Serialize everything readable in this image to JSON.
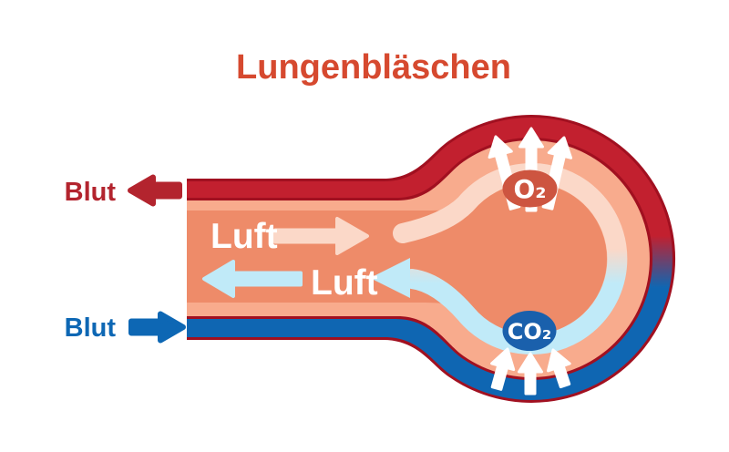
{
  "title": "Lungenbläschen",
  "labels": {
    "blood_top": "Blut",
    "blood_bottom": "Blut",
    "air_in": "Luft",
    "air_out": "Luft",
    "o2": "O₂",
    "co2": "CO₂"
  },
  "colors": {
    "title": "#d6492f",
    "outline_red": "#a11020",
    "artery_red": "#c2202f",
    "vein_blue": "#0f66b2",
    "wall_salmon": "#f8ab8d",
    "interior_salmon": "#ee8b69",
    "air_in_pink": "#fbd8c8",
    "air_out_cyan": "#c0eaf8",
    "o2_bubble": "#cd5540",
    "co2_bubble": "#1a60ac",
    "blut_label_red": "#b3242e",
    "blut_label_blue": "#0d67b4",
    "white": "#ffffff"
  }
}
